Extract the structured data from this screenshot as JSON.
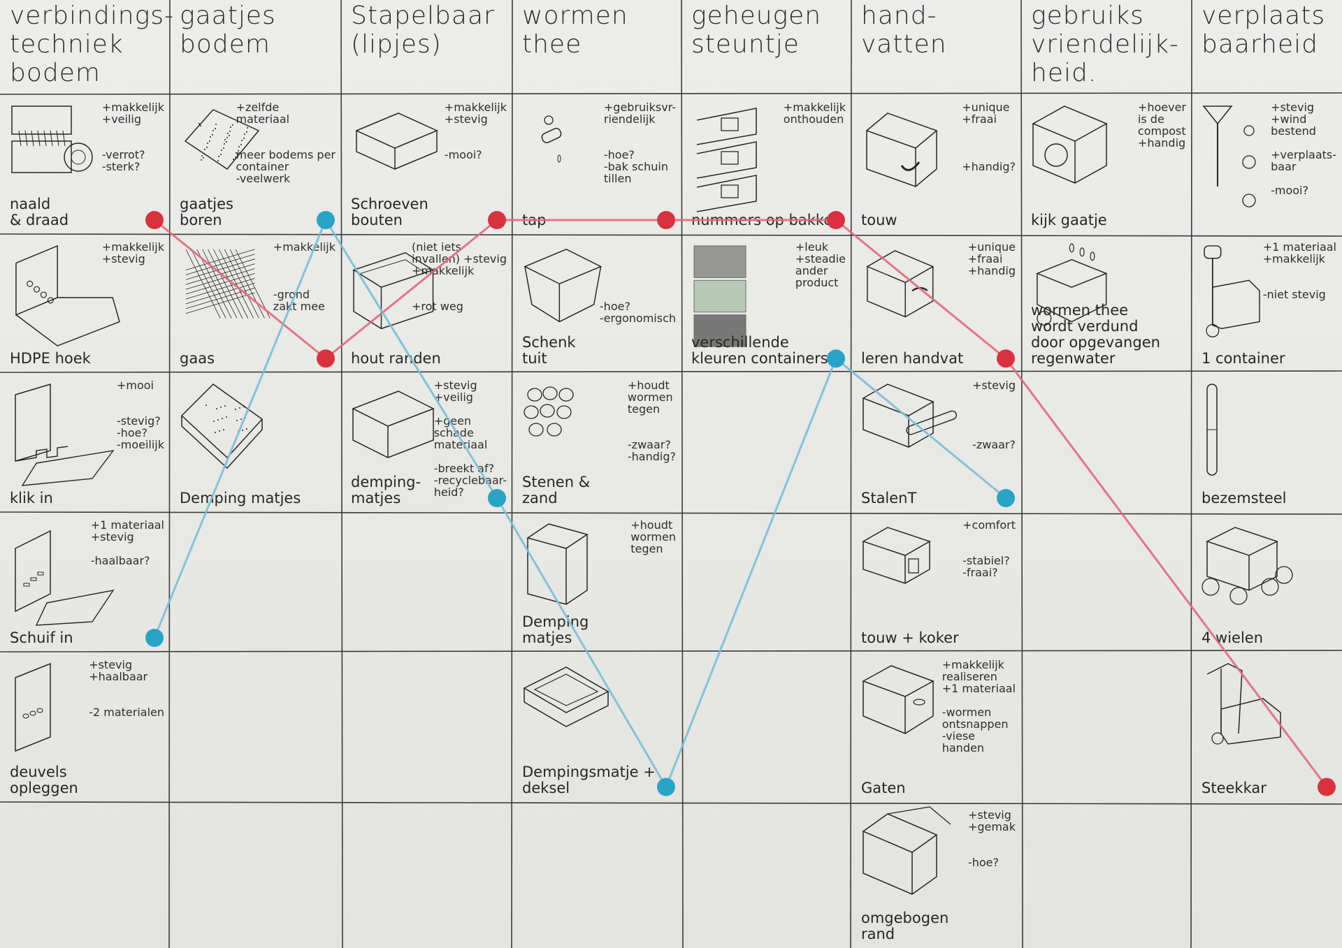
{
  "headers": [
    {
      "id": "verbindingstechniek",
      "text": "verbindings-\ntechniek\nbodem"
    },
    {
      "id": "gaatjes",
      "text": "gaatjes\nbodem"
    },
    {
      "id": "stapelbaar",
      "text": "Stapelbaar\n(lipjes)"
    },
    {
      "id": "wormen",
      "text": "wormen\nthee"
    },
    {
      "id": "geheugen",
      "text": "geheugen\nsteuntje"
    },
    {
      "id": "handvatten",
      "text": "hand-\nvatten"
    },
    {
      "id": "gebruiks",
      "text": "gebruiks\nvriendelijk-\nheid."
    },
    {
      "id": "verplaats",
      "text": "verplaats\nbaarheid"
    }
  ],
  "cells": [
    {
      "col": 0,
      "row": 0,
      "label": "naald\n& draad",
      "notes": "+makkelijk\n+veilig\n\n\n-verrot?\n-sterk?",
      "sketch": "needle"
    },
    {
      "col": 1,
      "row": 0,
      "label": "gaatjes\nboren",
      "notes": "+zelfde\nmateriaal\n\n\nmeer bodems per\ncontainer\n-veelwerk",
      "sketch": "panel-dots"
    },
    {
      "col": 2,
      "row": 0,
      "label": "Schroeven\nbouten",
      "notes": "+makkelijk\n+stevig\n\n\n-mooi?",
      "sketch": "tray"
    },
    {
      "col": 3,
      "row": 0,
      "label": "tap",
      "notes": "+gebruiksvr-\nriendelijk\n\n\n-hoe?\n-bak schuin\ntillen",
      "sketch": "tap"
    },
    {
      "col": 4,
      "row": 0,
      "label": "nummers op bakken",
      "notes": "+makkelijk\nonthouden",
      "sketch": "stack"
    },
    {
      "col": 5,
      "row": 0,
      "label": "touw",
      "notes": "+unique\n+fraai\n\n\n\n+handig?",
      "sketch": "box-rope"
    },
    {
      "col": 6,
      "row": 0,
      "label": "kijk gaatje",
      "notes": "+hoever\nis de\ncompost\n+handig",
      "sketch": "box-window"
    },
    {
      "col": 7,
      "row": 0,
      "label": "",
      "notes": "+stevig\n+wind\nbestend\n\n+verplaats-\nbaar\n\n-mooi?",
      "sketch": "thermo"
    },
    {
      "col": 0,
      "row": 1,
      "label": "HDPE hoek",
      "notes": "+makkelijk\n+stevig",
      "sketch": "corner"
    },
    {
      "col": 1,
      "row": 1,
      "label": "gaas",
      "notes": "+makkelijk\n\n\n\n-grond\nzakt mee",
      "sketch": "mesh"
    },
    {
      "col": 2,
      "row": 1,
      "label": "hout randen",
      "notes": "(niet iets\ninvallen) +stevig\n+makkelijk\n\n\n+rot weg",
      "sketch": "frame"
    },
    {
      "col": 3,
      "row": 1,
      "label": "Schenk\ntuit",
      "notes": "\n\n\n\n\n-hoe?\n-ergonomisch",
      "sketch": "spout"
    },
    {
      "col": 4,
      "row": 1,
      "label": "verschillende\nkleuren containers",
      "notes": "+leuk\n+steadie\nander\nproduct",
      "sketch": "colorstack"
    },
    {
      "col": 5,
      "row": 1,
      "label": "leren handvat",
      "notes": "+unique\n+fraai\n+handig",
      "sketch": "box-handle"
    },
    {
      "col": 6,
      "row": 1,
      "label": "wormen thee\nwordt verdund\ndoor opgevangen\nregenwater",
      "notes": "",
      "sketch": "cart-drops"
    },
    {
      "col": 7,
      "row": 1,
      "label": "1 container",
      "notes": "+1 materiaal\n+makkelijk\n\n\n-niet stevig",
      "sketch": "trolley"
    },
    {
      "col": 0,
      "row": 2,
      "label": "klik in",
      "notes": "+mooi\n\n\n-stevig?\n-hoe?\n-moeilijk",
      "sketch": "clickin"
    },
    {
      "col": 1,
      "row": 2,
      "label": "Demping matjes",
      "notes": "",
      "sketch": "mat"
    },
    {
      "col": 2,
      "row": 2,
      "label": "demping-\nmatjes",
      "notes": "+stevig\n+veilig\n\n+geen\nschade\nmateriaal\n\n-breekt af?\n-recyclebaar-\nheid?",
      "sketch": "tray2"
    },
    {
      "col": 3,
      "row": 2,
      "label": "Stenen &\nzand",
      "notes": "+houdt\nwormen\ntegen\n\n\n-zwaar?\n-handig?",
      "sketch": "stones"
    },
    {
      "col": 4,
      "row": 2,
      "label": "",
      "notes": "",
      "sketch": ""
    },
    {
      "col": 5,
      "row": 2,
      "label": "StalenT",
      "notes": "+stevig\n\n\n\n\n-zwaar?",
      "sketch": "box-rod"
    },
    {
      "col": 6,
      "row": 2,
      "label": "",
      "notes": "",
      "sketch": ""
    },
    {
      "col": 7,
      "row": 2,
      "label": "bezemsteel",
      "notes": "",
      "sketch": "stick"
    },
    {
      "col": 0,
      "row": 3,
      "label": "Schuif in",
      "notes": "+1 materiaal\n+stevig\n\n-haalbaar?",
      "sketch": "slidein"
    },
    {
      "col": 1,
      "row": 3,
      "label": "",
      "notes": "",
      "sketch": ""
    },
    {
      "col": 2,
      "row": 3,
      "label": "",
      "notes": "",
      "sketch": ""
    },
    {
      "col": 3,
      "row": 3,
      "label": "Demping\nmatjes",
      "notes": "+houdt\nwormen\ntegen",
      "sketch": "cube"
    },
    {
      "col": 4,
      "row": 3,
      "label": "",
      "notes": "",
      "sketch": ""
    },
    {
      "col": 5,
      "row": 3,
      "label": "touw + koker",
      "notes": "+comfort\n\n\n-stabiel?\n-fraai?",
      "sketch": "box-tube"
    },
    {
      "col": 6,
      "row": 3,
      "label": "",
      "notes": "",
      "sketch": ""
    },
    {
      "col": 7,
      "row": 3,
      "label": "4 wielen",
      "notes": "",
      "sketch": "wheelbox"
    },
    {
      "col": 0,
      "row": 4,
      "label": "deuvels\nopleggen",
      "notes": "+stevig\n+haalbaar\n\n\n-2 materialen",
      "sketch": "dowels"
    },
    {
      "col": 1,
      "row": 4,
      "label": "",
      "notes": "",
      "sketch": ""
    },
    {
      "col": 2,
      "row": 4,
      "label": "",
      "notes": "",
      "sketch": ""
    },
    {
      "col": 3,
      "row": 4,
      "label": "Dempingsmatje +\ndeksel",
      "notes": "",
      "sketch": "lidtray"
    },
    {
      "col": 4,
      "row": 4,
      "label": "",
      "notes": "",
      "sketch": ""
    },
    {
      "col": 5,
      "row": 4,
      "label": "Gaten",
      "notes": "+makkelijk\nrealiseren\n+1 materiaal\n\n-wormen\nontsnappen\n-viese\nhanden",
      "sketch": "box-holes"
    },
    {
      "col": 6,
      "row": 4,
      "label": "",
      "notes": "",
      "sketch": ""
    },
    {
      "col": 7,
      "row": 4,
      "label": "Steekkar",
      "notes": "",
      "sketch": "handtruck"
    },
    {
      "col": 0,
      "row": 5,
      "label": "",
      "notes": "",
      "sketch": ""
    },
    {
      "col": 1,
      "row": 5,
      "label": "",
      "notes": "",
      "sketch": ""
    },
    {
      "col": 2,
      "row": 5,
      "label": "",
      "notes": "",
      "sketch": ""
    },
    {
      "col": 3,
      "row": 5,
      "label": "",
      "notes": "",
      "sketch": ""
    },
    {
      "col": 4,
      "row": 5,
      "label": "",
      "notes": "",
      "sketch": ""
    },
    {
      "col": 5,
      "row": 5,
      "label": "omgebogen\nrand",
      "notes": "+stevig\n+gemak\n\n\n-hoe?",
      "sketch": "box-flap"
    },
    {
      "col": 6,
      "row": 5,
      "label": "",
      "notes": "",
      "sketch": ""
    },
    {
      "col": 7,
      "row": 5,
      "label": "",
      "notes": "",
      "sketch": ""
    }
  ],
  "paths": [
    {
      "name": "red-concept",
      "color": "#e0697b",
      "dot": "#d8323f",
      "points": [
        [
          0,
          0
        ],
        [
          1,
          1
        ],
        [
          2,
          0
        ],
        [
          3,
          0
        ],
        [
          4,
          0
        ],
        [
          5,
          1
        ],
        [
          7,
          4
        ]
      ]
    },
    {
      "name": "blue-concept",
      "color": "#7bbcd6",
      "dot": "#2aa3c6",
      "points": [
        [
          0,
          3
        ],
        [
          1,
          0
        ],
        [
          2,
          2
        ],
        [
          3,
          4
        ],
        [
          4,
          1
        ],
        [
          5,
          2
        ]
      ]
    }
  ],
  "colors": {
    "ink": "#262626",
    "grid": "#3b3b3b",
    "paper": "#e9e9e6"
  }
}
